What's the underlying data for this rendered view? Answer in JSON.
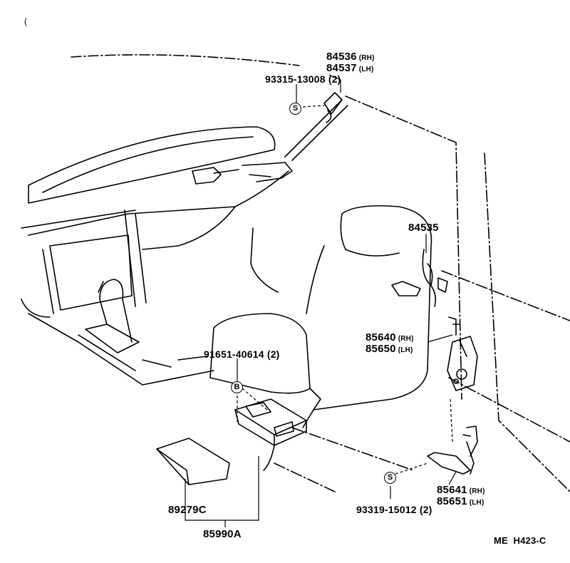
{
  "parts": [
    {
      "number": "84536",
      "side": "(RH)"
    },
    {
      "number": "84537",
      "side": "(LH)"
    },
    {
      "number": "93315-13008",
      "qty": "(2)"
    },
    {
      "number": "84535"
    },
    {
      "number": "85640",
      "side": "(RH)"
    },
    {
      "number": "85650",
      "side": "(LH)"
    },
    {
      "number": "91651-40614",
      "qty": "(2)"
    },
    {
      "number": "85641",
      "side": "(RH)"
    },
    {
      "number": "85651",
      "side": "(LH)"
    },
    {
      "number": "93319-15012",
      "qty": "(2)"
    },
    {
      "number": "89279C"
    },
    {
      "number": "85990A"
    }
  ],
  "symbols": {
    "s": "S",
    "b": "B"
  },
  "diagram_code": "ME  H423-C",
  "corner_mark": "("
}
